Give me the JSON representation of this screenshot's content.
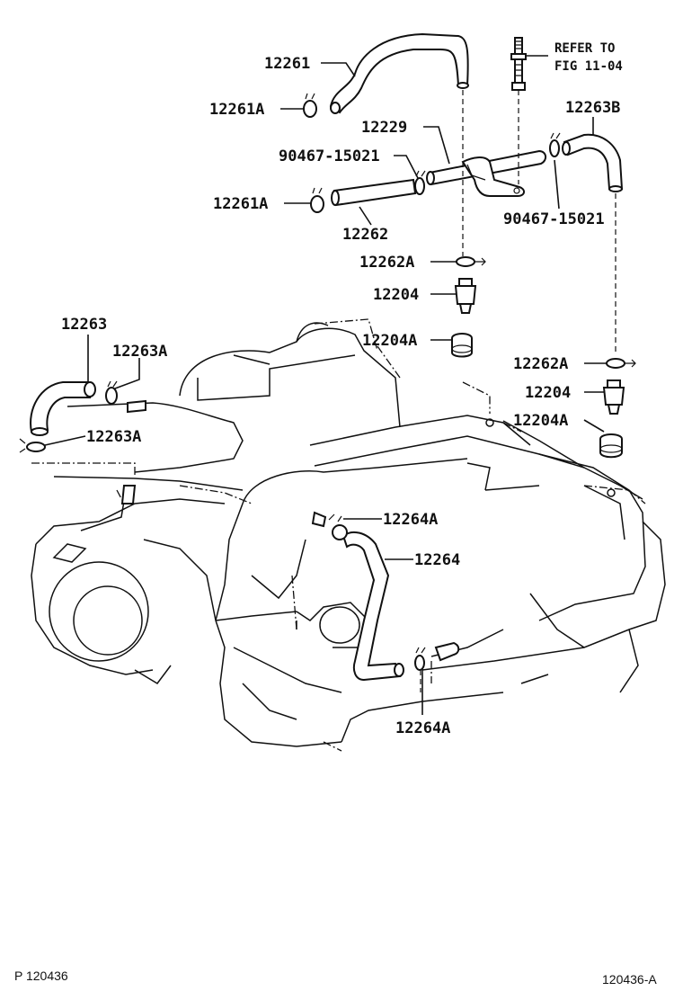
{
  "labels": {
    "p12261": "12261",
    "p12261A_top": "12261A",
    "p12229": "12229",
    "p90467_left": "90467-15021",
    "p12261A_mid": "12261A",
    "p12262": "12262",
    "p12263B": "12263B",
    "p90467_right": "90467-15021",
    "p12262A_mid": "12262A",
    "p12204_mid": "12204",
    "p12204A_mid": "12204A",
    "p12263": "12263",
    "p12263A_top": "12263A",
    "p12263A_bottom": "12263A",
    "p12262A_right": "12262A",
    "p12204_right": "12204",
    "p12204A_right": "12204A",
    "p12264A_top": "12264A",
    "p12264": "12264",
    "p12264A_bottom": "12264A"
  },
  "refer_note": {
    "line1": "REFER TO",
    "line2": "FIG 11-04"
  },
  "footer": {
    "left": "P 120436",
    "right": "120436-A"
  }
}
